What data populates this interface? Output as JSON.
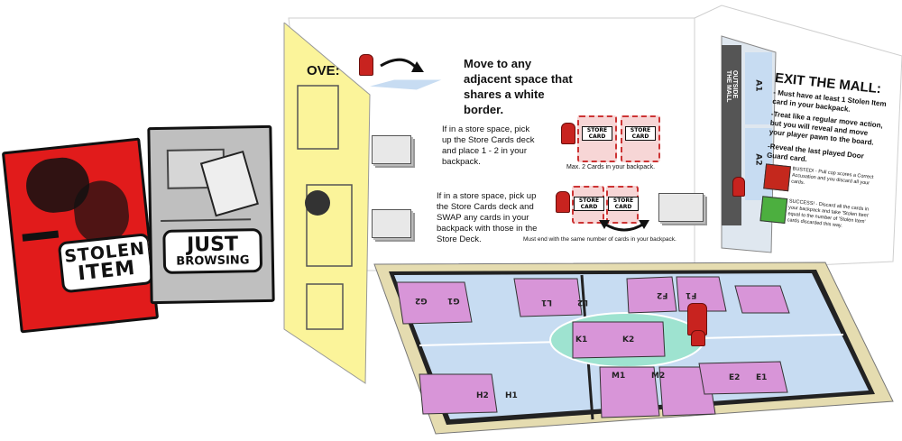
{
  "cards": {
    "stolen_item": {
      "line1": "STOLEN",
      "line2": "ITEM",
      "color": "#e11b1b"
    },
    "just_browsing": {
      "line1": "JUST",
      "line2": "BROWSING",
      "color": "#bfbfbf"
    }
  },
  "screen": {
    "move_header": "OVE:",
    "move_text": "Move to any adjacent space that shares a white border.",
    "pickup_text": "If in a store space, pick up the Store Cards deck and place 1 - 2 in your backpack.",
    "pickup_caption": "Max. 2 Cards in your backpack.",
    "swap_text": "If in a store space, pick up the Store Cards deck and SWAP any cards in your backpack with those in the Store Deck.",
    "swap_caption": "Must end with the same number of cards in your backpack.",
    "store_card_label": "STORE CARD",
    "outside_label": "OUTSIDE THE MALL",
    "exit_title": "EXIT THE MALL:",
    "exit_rule1": "- Must have at least 1 Stolen Item card in your backpack.",
    "exit_rule2": "-Treat like a regular move action, but you will reveal and move your player pawn to the board.",
    "exit_rule3": "-Reveal the last played Door Guard card.",
    "busted_text": "BUSTED! - Pull cop scores a Correct Accusation and you discard all your cards.",
    "success_text": "SUCCESS! - Discard all the cards in your backpack and take 'Stolen Item' equal to the number of 'Stolen Item' cards discarded this way.",
    "side_labels": [
      "A1",
      "A2"
    ]
  },
  "board": {
    "store_labels": [
      "G2",
      "G1",
      "L1",
      "L2",
      "F2",
      "F1",
      "K1",
      "K2",
      "H2",
      "H1",
      "M1",
      "M2",
      "E2",
      "E1"
    ]
  },
  "colors": {
    "space_blue": "#c7dcf2",
    "store_purple": "#d895d8",
    "flap_yellow": "#fbf49a",
    "board_tan": "#e5dcb0"
  }
}
